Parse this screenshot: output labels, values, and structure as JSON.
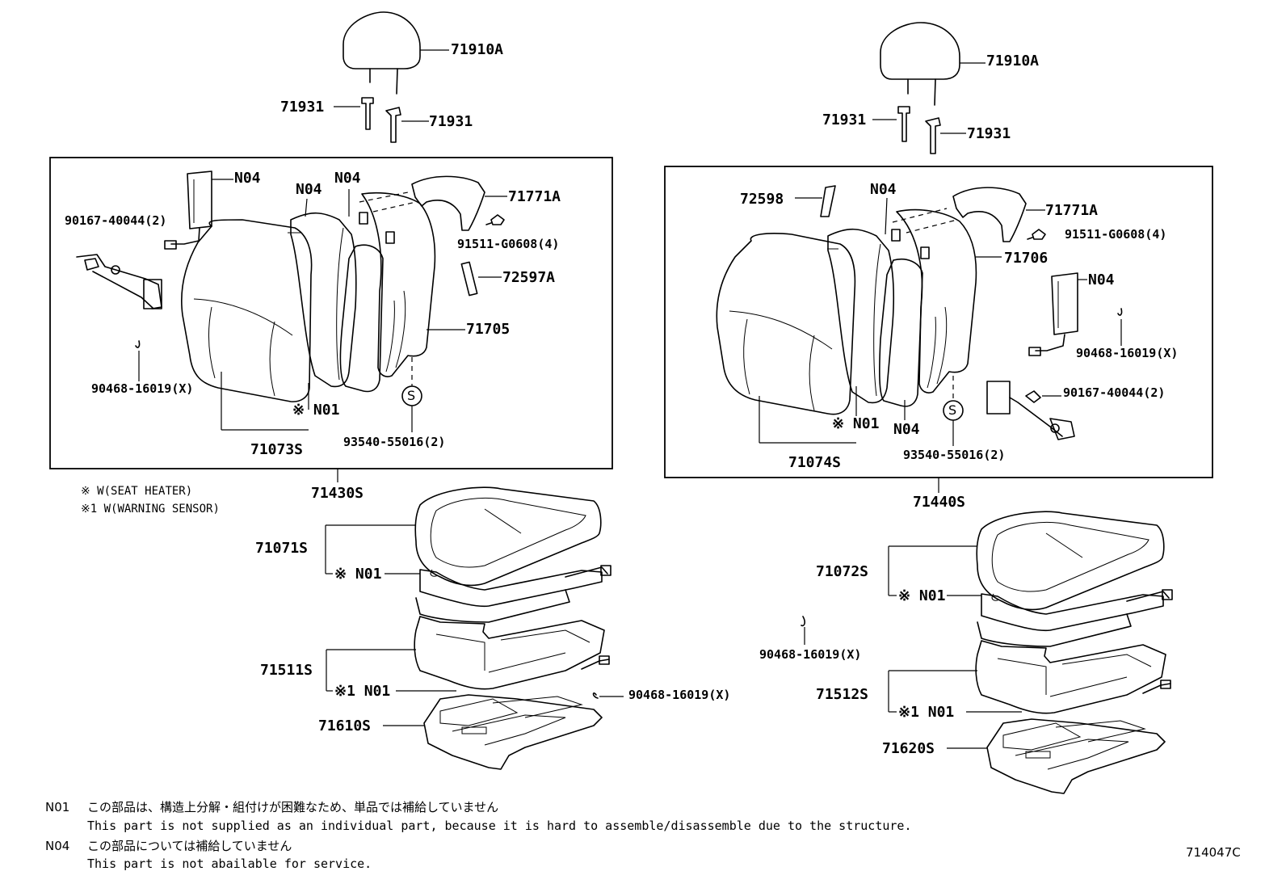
{
  "left_seat": {
    "headrest": "71910A",
    "guide_a": "71931",
    "guide_b": "71931",
    "frame_n04_top": "N04",
    "cover_n04": "N04",
    "pad_n04": "N04",
    "back_board": "71771A",
    "bolt_a": "90167-40044(2)",
    "screw": "91511-G0608(4)",
    "knob": "72597A",
    "frame": "71705",
    "clip": "90468-16019(X)",
    "cover_n01": "※ N01",
    "hog_ring": "93540-55016(2)",
    "back_assy": "71073S",
    "seat_back_assy": "71430S",
    "cushion_cover": "71071S",
    "cushion_n01": "※ N01",
    "cushion_pad": "71511S",
    "pad_n01": "※1 N01",
    "clip_b": "90468-16019(X)",
    "cushion_frame": "71610S"
  },
  "right_seat": {
    "headrest": "71910A",
    "guide_a": "71931",
    "guide_b": "71931",
    "bracket": "72598",
    "pad_n04": "N04",
    "back_board": "71771A",
    "screw": "91511-G0608(4)",
    "frame": "71706",
    "airbag_n04": "N04",
    "clip": "90468-16019(X)",
    "bolt": "90167-40044(2)",
    "cover_n01": "※ N01",
    "frame_n04": "N04",
    "hog_ring": "93540-55016(2)",
    "back_assy": "71074S",
    "seat_back_assy": "71440S",
    "cushion_cover": "71072S",
    "cushion_n01": "※ N01",
    "clip_b": "90468-16019(X)",
    "cushion_pad": "71512S",
    "pad_n01": "※1 N01",
    "cushion_frame": "71620S"
  },
  "legend": {
    "line1": "※   W(SEAT HEATER)",
    "line2": "※1 W(WARNING SENSOR)"
  },
  "footnotes": [
    {
      "code": "N01",
      "jp": "この部品は、構造上分解・組付けが困難なため、単品では補給していません",
      "en": "This part is not supplied as an individual part,  because it is hard to assemble/disassemble due to the structure."
    },
    {
      "code": "N04",
      "jp": "この部品については補給していません",
      "en": "This part is not abailable for service."
    }
  ],
  "figure_id": "714047C",
  "s_mark": "S"
}
